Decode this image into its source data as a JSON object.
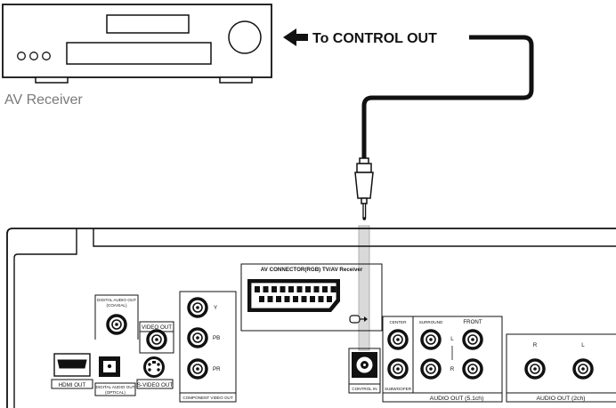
{
  "receiver": {
    "caption": "AV Receiver"
  },
  "cable": {
    "callout": "To CONTROL OUT"
  },
  "panel": {
    "hdmi_out": "HDMI OUT",
    "digital_coaxial": [
      "DIGITAL AUDIO OUT",
      "(COAXIAL)"
    ],
    "digital_optical": [
      "DIGITAL AUDIO OUT",
      "(OPTICAL)"
    ],
    "video_out": "VIDEO OUT",
    "s_video_out": "S-VIDEO OUT",
    "component": {
      "title": "COMPONENT VIDEO OUT",
      "jacks": [
        "Y",
        "PB",
        "PR"
      ]
    },
    "scart_title": "AV CONNECTOR(RGB) TV/AV Receiver",
    "control_in": "CONTROL IN",
    "audio51": {
      "title": "AUDIO OUT (5.1ch)",
      "center": "CENTER",
      "surround": "SURROUND",
      "front": "FRONT",
      "subwoofer": "SUBWOOFER",
      "l": "L",
      "r": "R"
    },
    "audio2ch": {
      "title": "AUDIO OUT (2ch)",
      "r": "R",
      "l": "L"
    }
  }
}
